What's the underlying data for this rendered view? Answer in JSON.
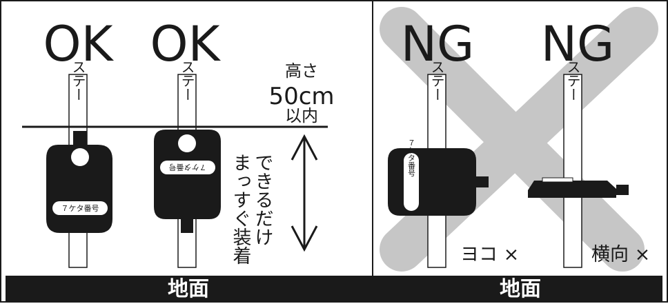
{
  "left_panel": {
    "ok_label_1": "OK",
    "ok_label_2": "OK",
    "stay_label_1": "ステー",
    "stay_label_2": "ステー",
    "height_title": "高さ",
    "height_value": "50cm",
    "height_suffix": "以内",
    "instruction_col1": "できるだけ",
    "instruction_col2": "まっすぐ装着",
    "device_label_1": "７ケタ番号",
    "device_label_2": "７ケタ番号",
    "ground_label": "地面"
  },
  "right_panel": {
    "ng_label_1": "NG",
    "ng_label_2": "NG",
    "stay_label_1": "ステー",
    "stay_label_2": "ステー",
    "device_label": "７ケタ番号",
    "sideways_label": "ヨコ ×",
    "horizontal_label": "横向 ×",
    "ground_label": "地面"
  },
  "colors": {
    "ink": "#1a1a1a",
    "cross": "#c6c6c6",
    "paper": "#ffffff"
  }
}
